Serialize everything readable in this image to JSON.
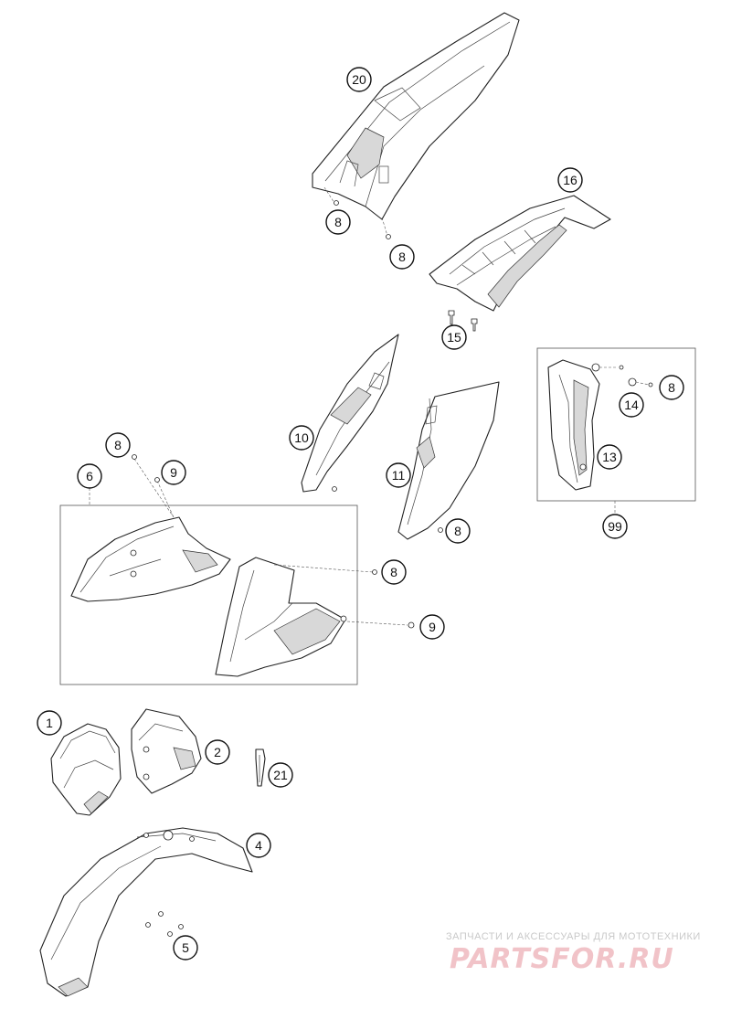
{
  "callouts": [
    {
      "id": "c20",
      "label": "20"
    },
    {
      "id": "c8a",
      "label": "8"
    },
    {
      "id": "c8b",
      "label": "8"
    },
    {
      "id": "c16",
      "label": "16"
    },
    {
      "id": "c15",
      "label": "15"
    },
    {
      "id": "c10",
      "label": "10"
    },
    {
      "id": "c11",
      "label": "11"
    },
    {
      "id": "c8c",
      "label": "8"
    },
    {
      "id": "c8d",
      "label": "8"
    },
    {
      "id": "c14",
      "label": "14"
    },
    {
      "id": "c8e",
      "label": "8"
    },
    {
      "id": "c13",
      "label": "13"
    },
    {
      "id": "c99",
      "label": "99"
    },
    {
      "id": "c6",
      "label": "6"
    },
    {
      "id": "c9a",
      "label": "9"
    },
    {
      "id": "c8f",
      "label": "8"
    },
    {
      "id": "c9b",
      "label": "9"
    },
    {
      "id": "c1",
      "label": "1"
    },
    {
      "id": "c2",
      "label": "2"
    },
    {
      "id": "c21",
      "label": "21"
    },
    {
      "id": "c4",
      "label": "4"
    },
    {
      "id": "c5",
      "label": "5"
    }
  ],
  "watermark": {
    "tagline": "ЗАПЧАСТИ И АКСЕССУАРЫ ДЛЯ МОТОТЕХНИКИ",
    "logo": "PARTSFOR.RU"
  }
}
